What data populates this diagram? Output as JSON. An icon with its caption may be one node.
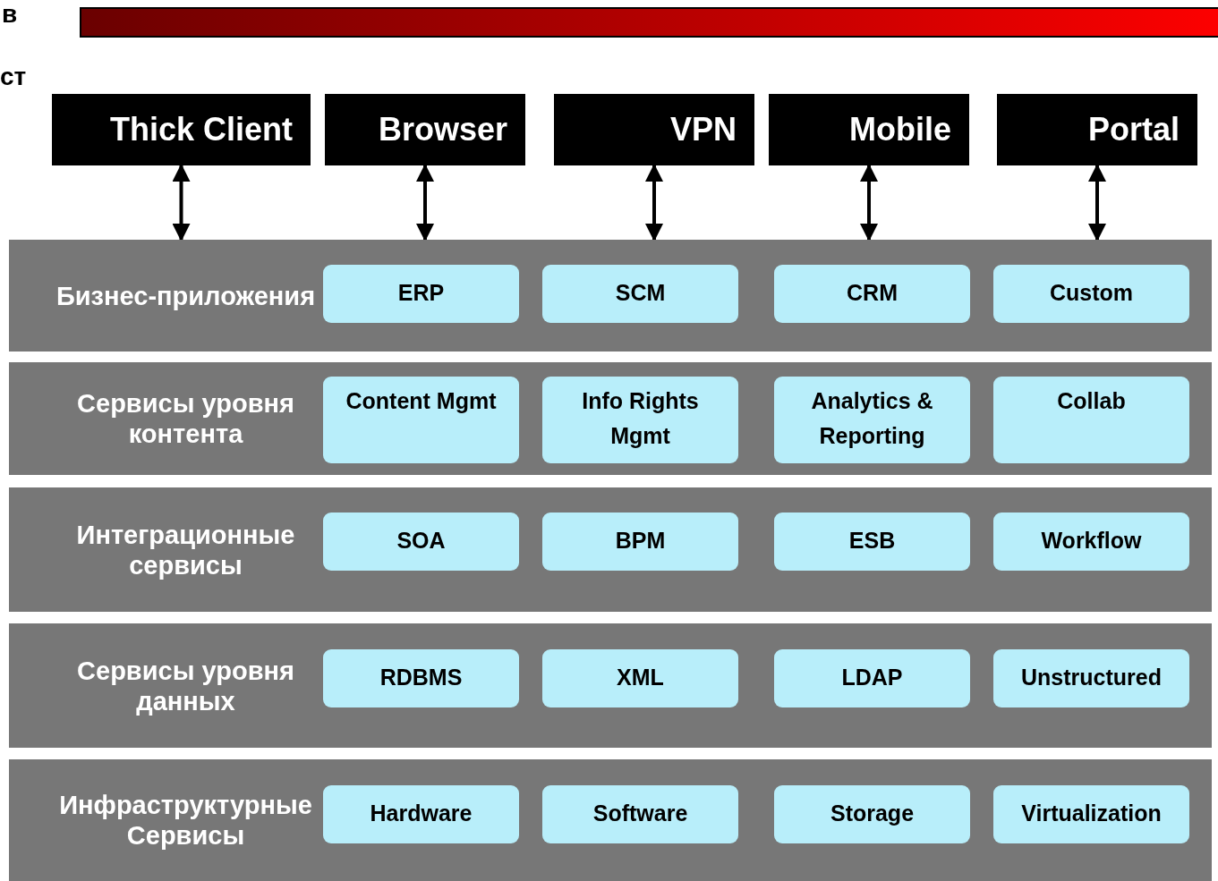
{
  "diagram": {
    "nodes": [
      {
        "text": [
          "Thick Client"
        ]
      },
      {
        "text": [
          "Browser"
        ]
      },
      {
        "text": [
          "VPN"
        ]
      },
      {
        "text": [
          "Mobile"
        ]
      },
      {
        "text": [
          "Portal"
        ]
      },
      {
        "text": [
          "Бизнес-приложения"
        ]
      },
      {
        "text": [
          "ERP"
        ],
        "in": 5
      },
      {
        "text": [
          "SCM"
        ],
        "in": 5
      },
      {
        "text": [
          "CRM"
        ],
        "in": 5
      },
      {
        "text": [
          "Custom"
        ],
        "in": 5
      },
      {
        "text": [
          "Сервисы уровня контента"
        ]
      },
      {
        "text": [
          "Content Mgmt"
        ],
        "in": 10
      },
      {
        "text": [
          "Info Rights Mgmt"
        ],
        "in": 10
      },
      {
        "text": [
          "Analytics & Reporting"
        ],
        "in": 10
      },
      {
        "text": [
          "Collab"
        ],
        "in": 10
      },
      {
        "text": [
          "Интеграционные сервисы"
        ]
      },
      {
        "text": [
          "SOA"
        ],
        "in": 15
      },
      {
        "text": [
          "BPM"
        ],
        "in": 15
      },
      {
        "text": [
          "ESB"
        ],
        "in": 15
      },
      {
        "text": [
          "Workflow"
        ],
        "in": 15
      },
      {
        "text": [
          "Сервисы уровня данных"
        ]
      },
      {
        "text": [
          "RDBMS"
        ],
        "in": 20
      },
      {
        "text": [
          "XML"
        ],
        "in": 20
      },
      {
        "text": [
          "LDAP"
        ],
        "in": 20
      },
      {
        "text": [
          "Unstructured"
        ],
        "in": 20
      },
      {
        "text": [
          "Инфраструктурные Сервисы"
        ]
      },
      {
        "text": [
          "Hardware"
        ],
        "in": 25
      },
      {
        "text": [
          "Software"
        ],
        "in": 25
      },
      {
        "text": [
          "Storage"
        ],
        "in": 25
      },
      {
        "text": [
          "Virtualization"
        ],
        "in": 25
      }
    ],
    "edges": [
      {
        "from": 0,
        "to": 5,
        "arrow": "both"
      },
      {
        "from": 1,
        "to": 5,
        "arrow": "both"
      },
      {
        "from": 2,
        "to": 5,
        "arrow": "both"
      },
      {
        "from": 3,
        "to": 5,
        "arrow": "both"
      },
      {
        "from": 4,
        "to": 5,
        "arrow": "both"
      }
    ],
    "labels": [
      "в",
      "ст"
    ]
  }
}
